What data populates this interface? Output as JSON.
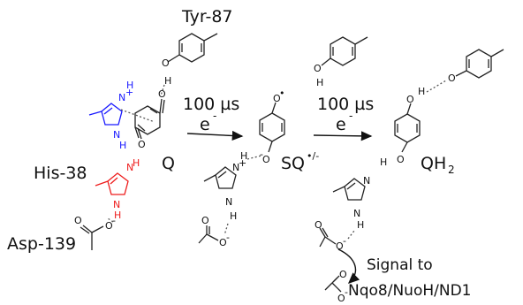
{
  "labels": {
    "tyr": "Tyr-87",
    "his": "His-38",
    "asp": "Asp-139",
    "q": "Q",
    "sq": "SQ",
    "sq_sup": "•/-",
    "qh": "QH",
    "qh_sub": "2",
    "time1": "100 µs",
    "time2": "100 µs",
    "e1": "e",
    "e2": "e",
    "minus": "-",
    "signal_line1": "Signal to",
    "signal_line2": "Nqo8/NuoH/ND1"
  },
  "atoms": {
    "O": "O",
    "H": "H",
    "N": "N",
    "Nplus": "N",
    "plus": "+",
    "Ominus": "O",
    "minus": "-",
    "dot": "•"
  },
  "colors": {
    "his_protonated_top": "#1a1aff",
    "his_protonated_bottom": "#ee1c1c"
  }
}
